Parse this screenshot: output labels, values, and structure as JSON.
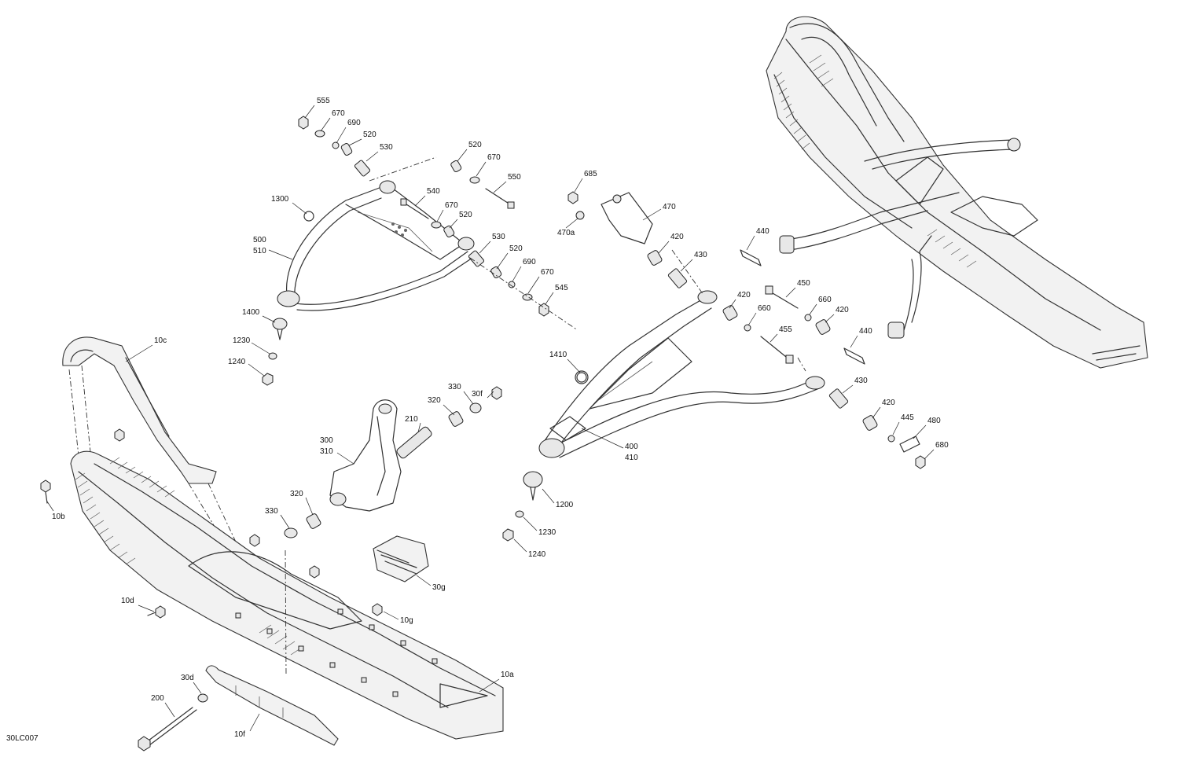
{
  "diagram": {
    "reference_code": "30LC007",
    "callouts": [
      "555",
      "670",
      "690",
      "520",
      "530",
      "520",
      "670",
      "550",
      "1300",
      "540",
      "670",
      "520",
      "500",
      "510",
      "530",
      "520",
      "690",
      "670",
      "545",
      "1400",
      "1230",
      "1240",
      "10c",
      "685",
      "470",
      "470a",
      "420",
      "430",
      "440",
      "450",
      "420",
      "660",
      "660",
      "420",
      "455",
      "440",
      "1410",
      "430",
      "420",
      "445",
      "480",
      "680",
      "400",
      "410",
      "1200",
      "1230",
      "1240",
      "30f",
      "330",
      "320",
      "210",
      "300",
      "310",
      "320",
      "330",
      "10b",
      "30g",
      "10d",
      "10g",
      "10a",
      "30d",
      "200",
      "10f"
    ]
  }
}
